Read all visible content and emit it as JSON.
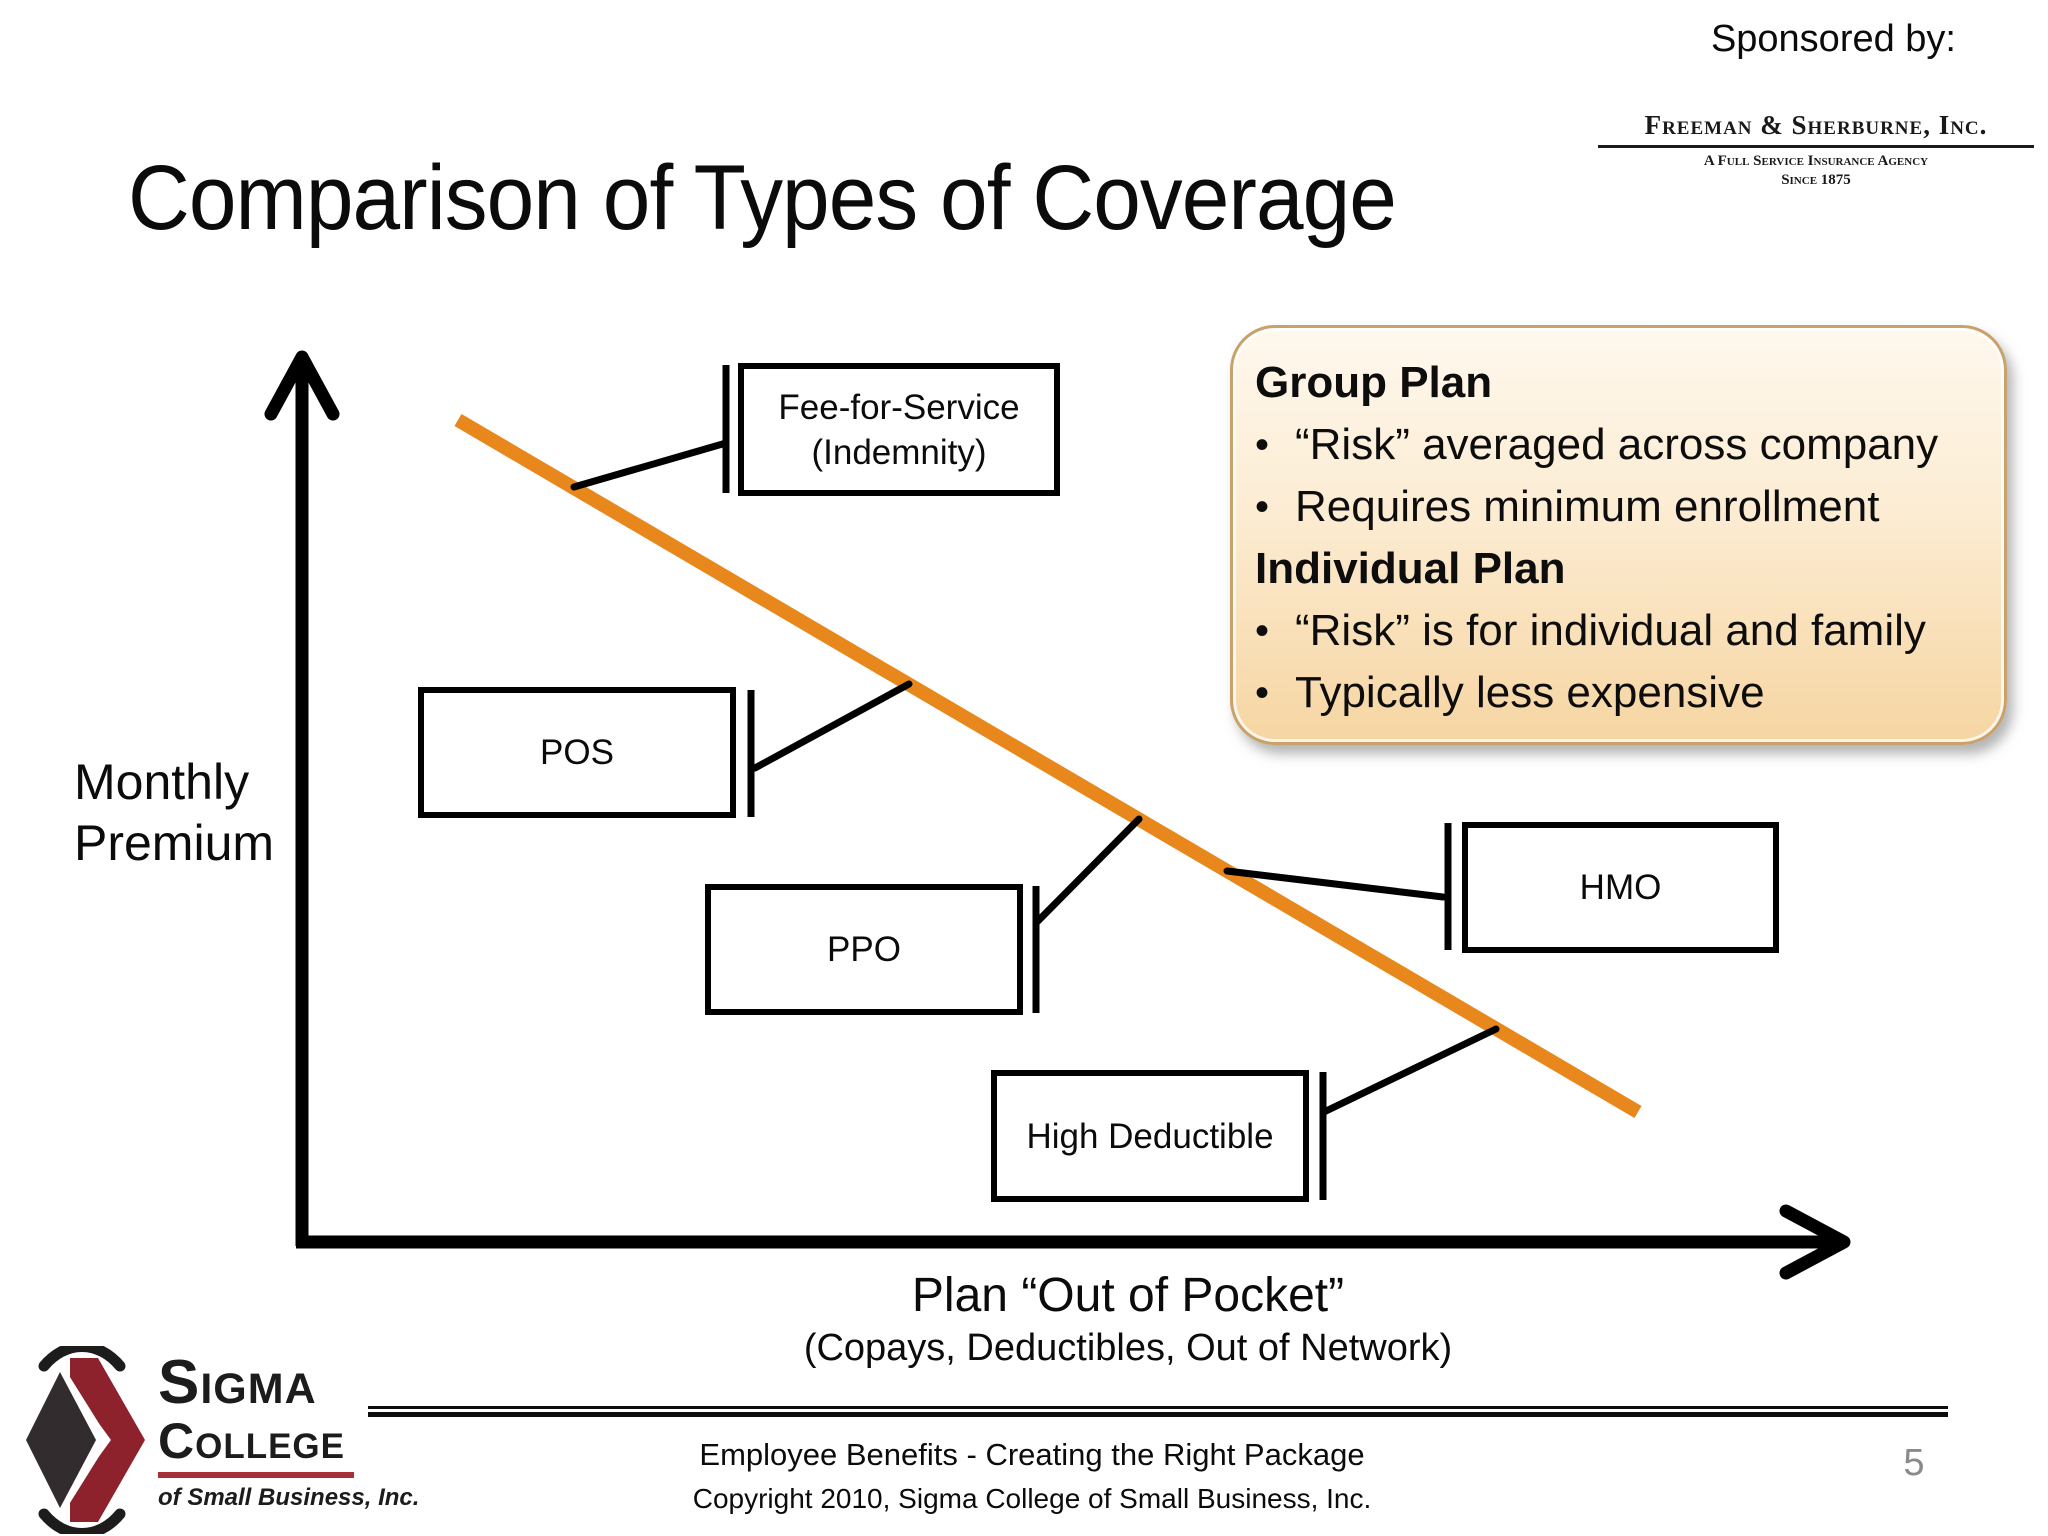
{
  "slide": {
    "title": "Comparison of Types of Coverage",
    "sponsored_by": "Sponsored by:",
    "page_number": "5",
    "footer_line1": "Employee Benefits - Creating the Right Package",
    "footer_line2": "Copyright 2010, Sigma College of Small Business, Inc."
  },
  "sponsor_logo": {
    "name": "Freeman & Sherburne, Inc.",
    "tagline": "A Full Service Insurance Agency",
    "since": "Since 1875"
  },
  "sigma_logo": {
    "line1": "Sigma",
    "line2": "College",
    "line3": "of Small Business, Inc."
  },
  "diagram": {
    "y_axis_label_line1": "Monthly",
    "y_axis_label_line2": "Premium",
    "x_axis_label": "Plan “Out of Pocket”",
    "x_axis_sublabel": "(Copays, Deductibles, Out of Network)",
    "trend_line_color": "#E8871C",
    "plans_ordered_high_premium_to_low": [
      "Fee-for-Service (Indemnity)",
      "POS",
      "PPO",
      "HMO",
      "High Deductible"
    ],
    "boxes": [
      {
        "id": "fee-for-service",
        "lines": [
          "Fee-for-Service",
          "(Indemnity)"
        ]
      },
      {
        "id": "pos",
        "lines": [
          "POS"
        ]
      },
      {
        "id": "ppo",
        "lines": [
          "PPO"
        ]
      },
      {
        "id": "hmo",
        "lines": [
          "HMO"
        ]
      },
      {
        "id": "high-deductible",
        "lines": [
          "High Deductible"
        ]
      }
    ]
  },
  "callout": {
    "bullet_char": "•",
    "heading1": "Group Plan",
    "bullets1": [
      "“Risk” averaged across company",
      "Requires minimum enrollment"
    ],
    "heading2": "Individual Plan",
    "bullets2": [
      "“Risk” is for individual and family",
      "Typically less expensive"
    ]
  }
}
